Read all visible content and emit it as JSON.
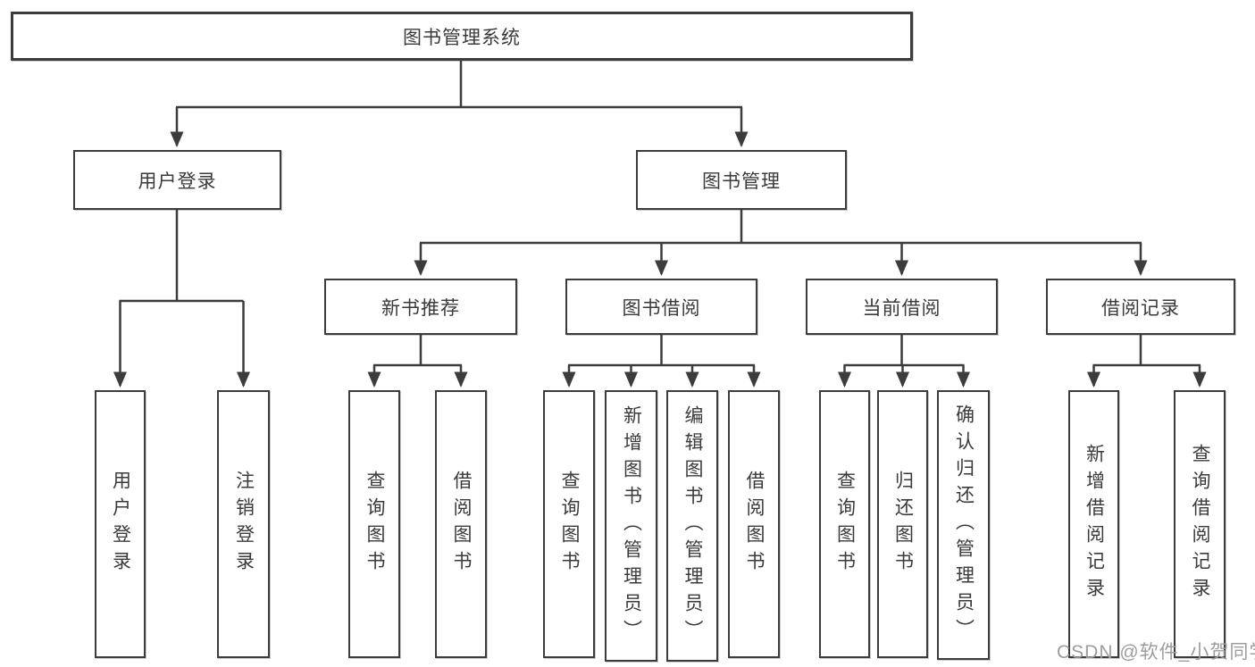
{
  "nodes": {
    "root": "图书管理系统",
    "user_login": "用户登录",
    "book_mgmt": "图书管理",
    "user_login_children": [
      "用户登录",
      "注销登录"
    ],
    "sections": [
      {
        "label": "新书推荐",
        "children": [
          "查询图书",
          "借阅图书"
        ]
      },
      {
        "label": "图书借阅",
        "children": [
          "查询图书",
          "新增图书（管理员）",
          "编辑图书（管理员）",
          "借阅图书"
        ]
      },
      {
        "label": "当前借阅",
        "children": [
          "查询图书",
          "归还图书",
          "确认归还（管理员）"
        ]
      },
      {
        "label": "借阅记录",
        "children": [
          "新增借阅记录",
          "查询借阅记录"
        ]
      }
    ]
  },
  "watermark": "CSDN @软件_小贺同学",
  "colors": {
    "line": "#3c3c3c",
    "text": "#3a3a3a",
    "watermark": "#9d9d9d",
    "background": "#ffffff"
  }
}
